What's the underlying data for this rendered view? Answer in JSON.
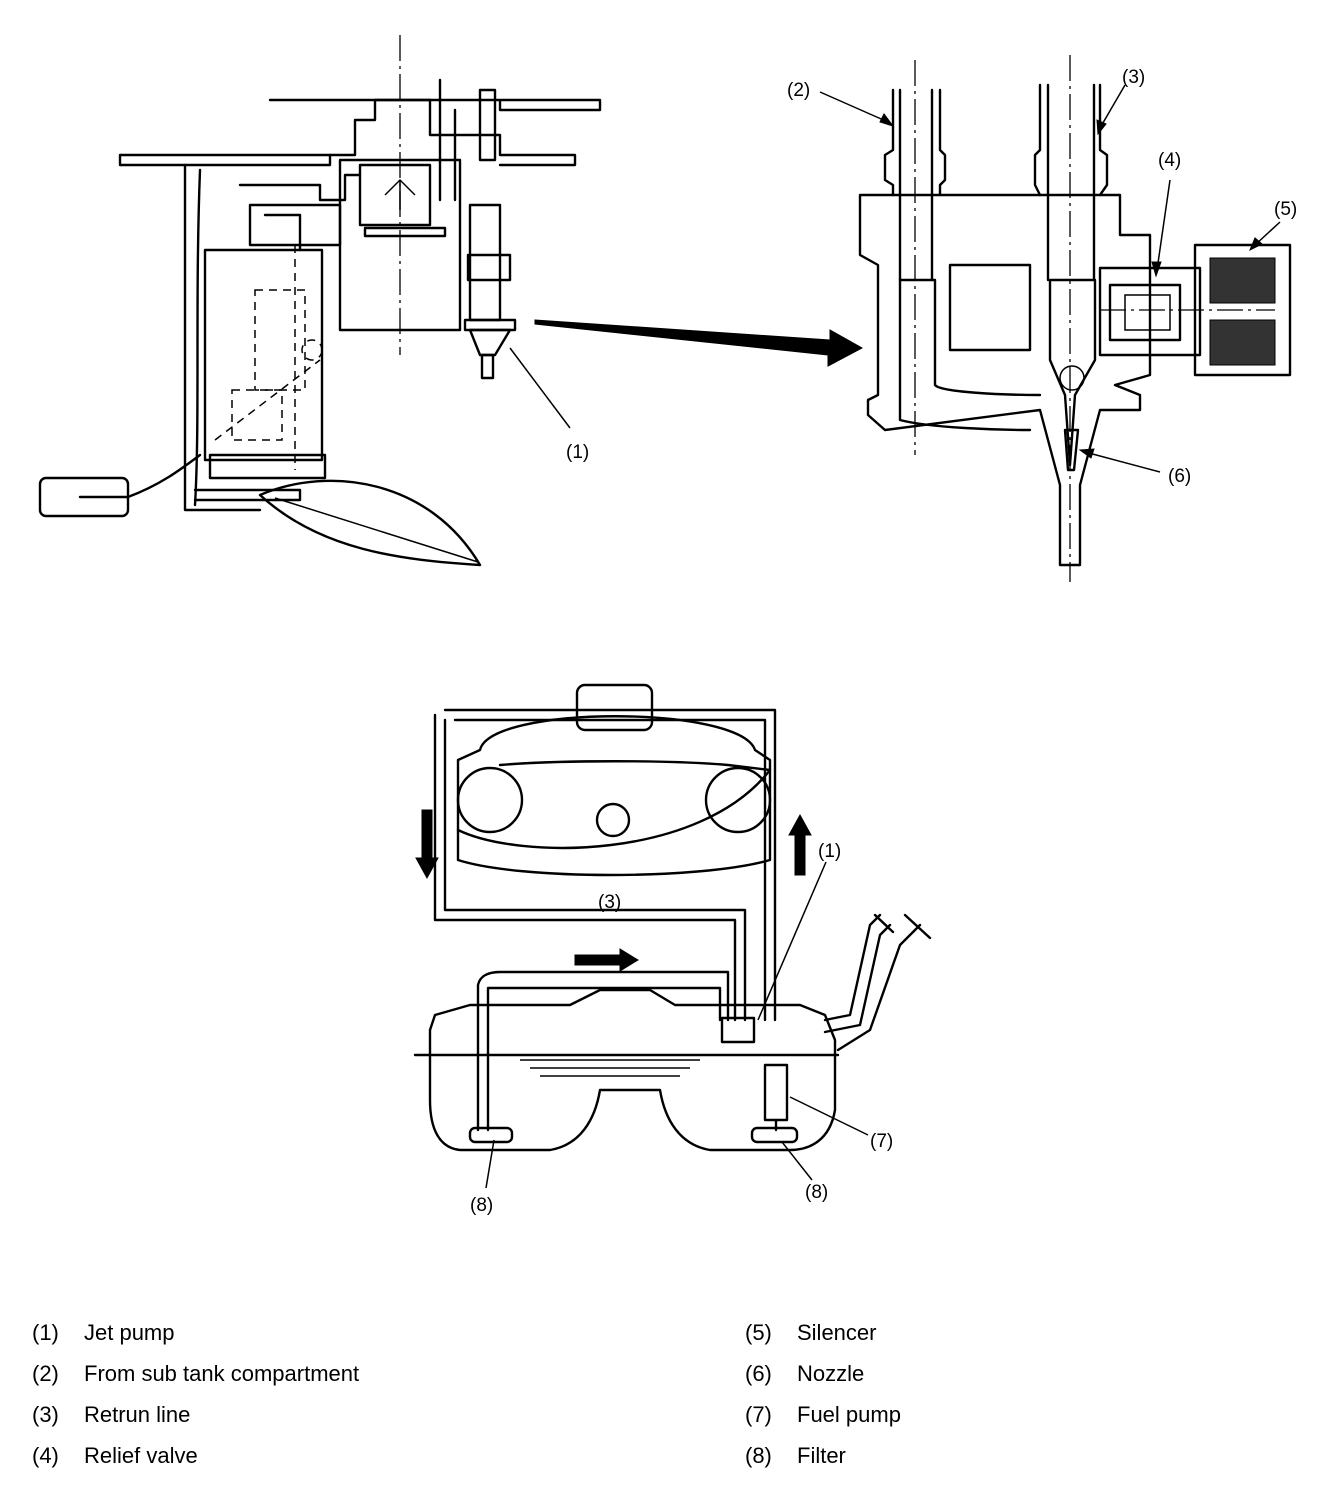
{
  "callouts": {
    "c1_top": "(1)",
    "c2": "(2)",
    "c3": "(3)",
    "c4": "(4)",
    "c5": "(5)",
    "c6": "(6)",
    "c1_bottom": "(1)",
    "c3_bottom": "(3)",
    "c7": "(7)",
    "c8_left": "(8)",
    "c8_right": "(8)"
  },
  "legend": {
    "left": [
      {
        "num": "(1)",
        "label": "Jet pump"
      },
      {
        "num": "(2)",
        "label": "From sub tank compartment"
      },
      {
        "num": "(3)",
        "label": "Retrun line"
      },
      {
        "num": "(4)",
        "label": "Relief valve"
      }
    ],
    "right": [
      {
        "num": "(5)",
        "label": "Silencer"
      },
      {
        "num": "(6)",
        "label": "Nozzle"
      },
      {
        "num": "(7)",
        "label": "Fuel pump"
      },
      {
        "num": "(8)",
        "label": "Filter"
      }
    ]
  }
}
